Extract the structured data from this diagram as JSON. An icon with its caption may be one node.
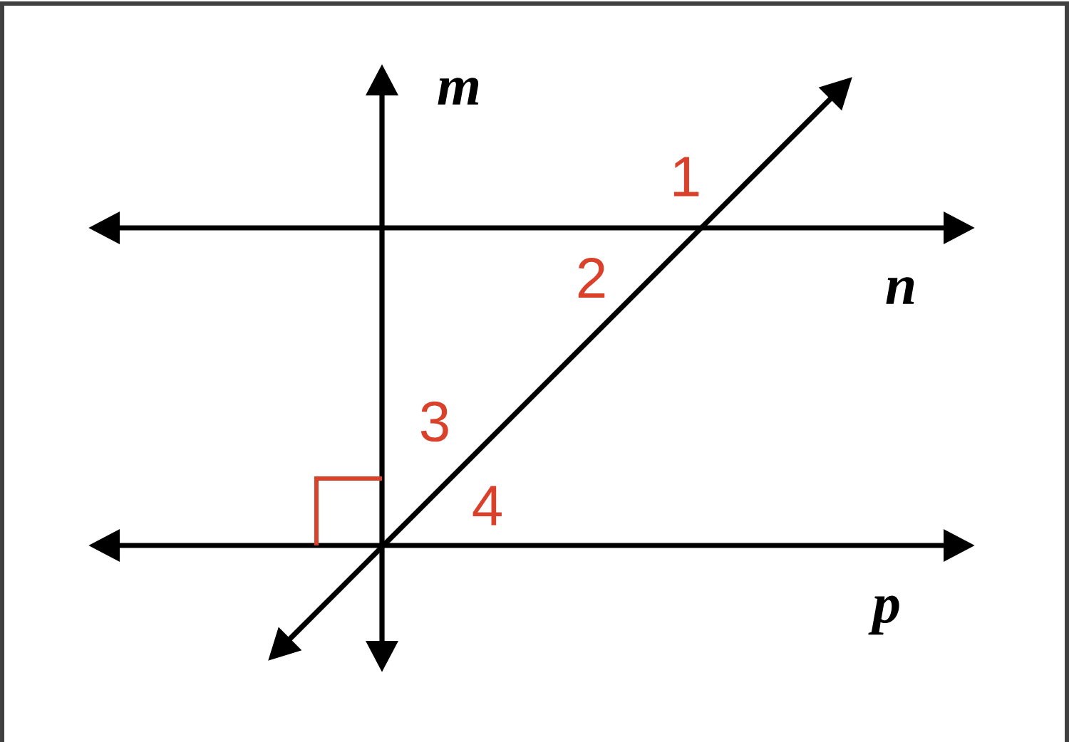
{
  "diagram": {
    "labels": [
      "m",
      "1",
      "2",
      "n",
      "3",
      "4",
      "p"
    ]
  }
}
